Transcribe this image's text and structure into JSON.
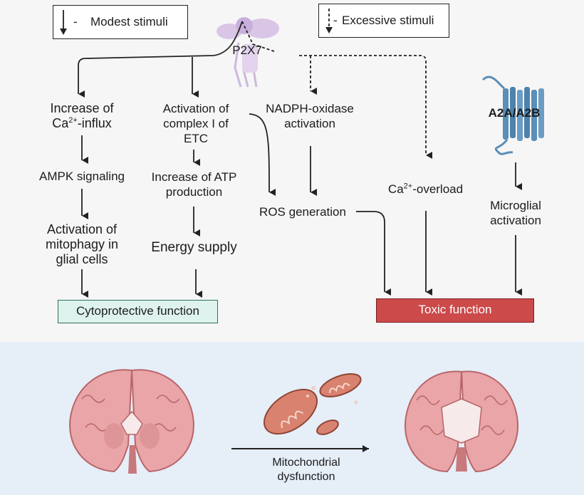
{
  "legend": {
    "modest": "Modest stimuli",
    "excessive": "Excessive stimuli",
    "dash_mark": "-"
  },
  "receptors": {
    "p2x7": "P2X7",
    "a2a": "A2A/A2B"
  },
  "pathway_left": {
    "ca_influx_1": "Increase of",
    "ca_influx_2": "-influx",
    "ampk": "AMPK signaling",
    "mitophagy_1": "Activation of",
    "mitophagy_2": "mitophagy in",
    "mitophagy_3": "glial cells"
  },
  "pathway_mid": {
    "complex_1": "Activation of",
    "complex_2": "complex I of",
    "complex_3": "ETC",
    "atp_1": "Increase of ATP",
    "atp_2": "production",
    "energy": "Energy supply"
  },
  "pathway_right": {
    "nadph_1": "NADPH-oxidase",
    "nadph_2": "activation",
    "ros": "ROS generation",
    "overload": "-overload",
    "microglia_1": "Microglial",
    "microglia_2": "activation"
  },
  "ca": {
    "base": "Ca",
    "sup": "2+"
  },
  "outcomes": {
    "cytoprotective": "Cytoprotective function",
    "toxic": "Toxic function"
  },
  "bottom": {
    "mito_1": "Mitochondrial",
    "mito_2": "dysfunction"
  },
  "colors": {
    "cyto_fill": "#dff3ee",
    "cyto_border": "#2f6e5e",
    "toxic_fill": "#cc4a4a",
    "toxic_border": "#7a1f1f",
    "bottom_bg": "#e6eef8",
    "brain": "#e9a5a7",
    "brain_dark": "#b8666a",
    "p2x7": "#d9c6e6",
    "a2a": "#5a8fb8"
  }
}
